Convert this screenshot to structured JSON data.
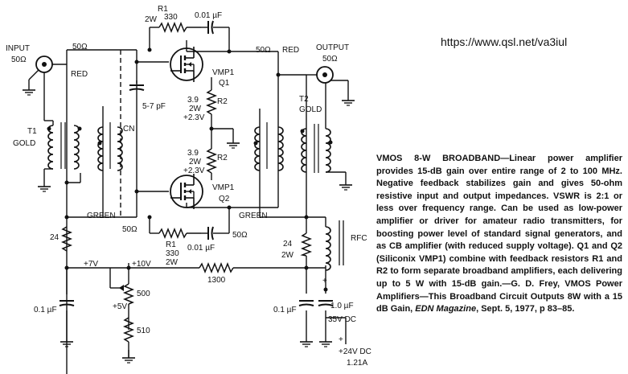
{
  "url": "https://www.qsl.net/va3iul",
  "caption": {
    "title": "VMOS 8-W BROADBAND",
    "body": "—Linear power amplifier provides 15-dB gain over entire range of 2 to 100 MHz. Negative feedback stabilizes gain and gives 50-ohm resistive input and output impedances. VSWR is 2:1 or less over frequency range. Can be used as low-power amplifier or driver for amateur radio transmitters, for boosting power level of standard signal generators, and as CB amplifier (with reduced supply voltage). Q1 and Q2 (Siliconix VMP1) combine with feedback resistors R1 and R2 to form separate broadband amplifiers, each delivering up to 5 W with 15-dB gain.—G. D. Frey, VMOS Power Amplifiers—This Broadband Circuit Outputs 8W with a 15 dB Gain, ",
    "source": "EDN Magazine",
    "citation": ", Sept. 5, 1977, p 83–85."
  },
  "labels": {
    "input": "INPUT",
    "input_imp": "50Ω",
    "output": "OUTPUT",
    "output_imp": "50Ω",
    "z50": "50Ω",
    "red": "RED",
    "gold": "GOLD",
    "green": "GREEN",
    "t1": "T1",
    "t2": "T2",
    "cn": "CN",
    "rfc": "RFC",
    "r1": "R1",
    "r2": "R2",
    "q1": "Q1",
    "q2": "Q2",
    "vmp1": "VMP1",
    "r1_val": "330",
    "r1_pow": "2W",
    "c_fb": "0.01 µF",
    "c_57": "5-7 pF",
    "r2_val": "3.9",
    "r2_pow": "2W",
    "bias": "+2.3V",
    "r24": "24",
    "r24_pow": "2W",
    "v7": "+7V",
    "v10": "+10V",
    "v5": "+5V",
    "r500": "500",
    "r510": "510",
    "r1300": "1300",
    "c_byp": "0.1 µF",
    "c_1uf": "1.0 µF",
    "c_1uf_v": "35V DC",
    "plus": "+",
    "supply": "+24V DC",
    "supply_a": "1.21A"
  }
}
